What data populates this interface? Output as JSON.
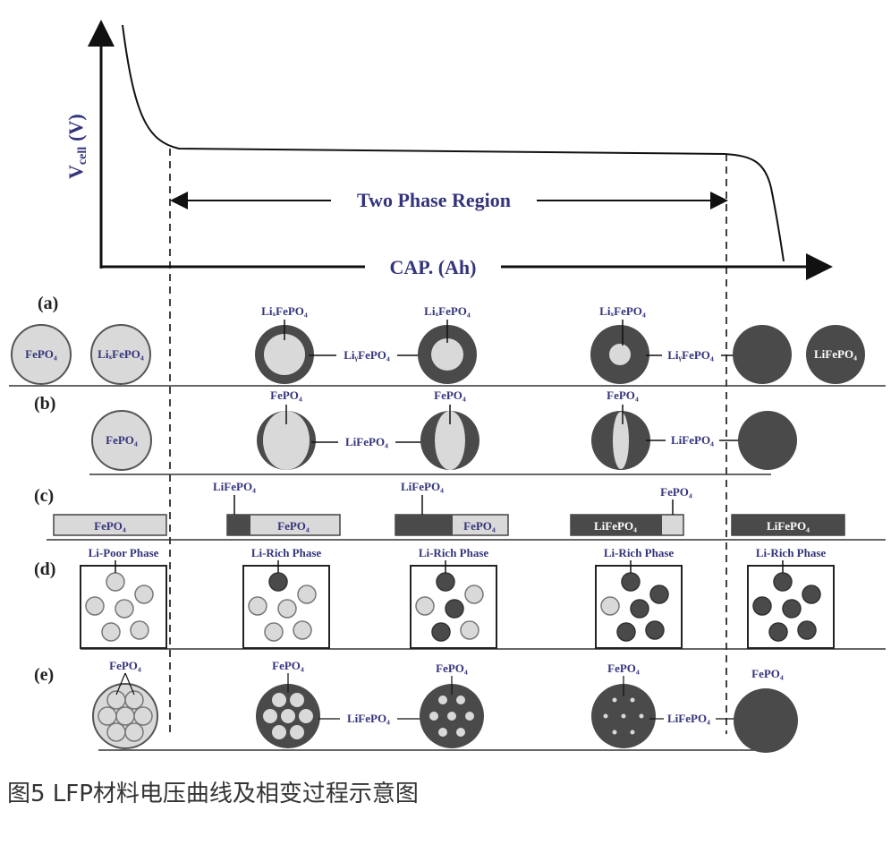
{
  "curve": {
    "y_axis_label_main": "V",
    "y_axis_label_sub": "cell",
    "y_axis_label_unit": "(V)",
    "x_axis_label": "CAP. (Ah)",
    "region_label": "Two Phase Region"
  },
  "rows": {
    "a": {
      "label": "(a)",
      "fepo4": "FePO₄",
      "lixfepo4": "LiₓFePO₄",
      "liyfepo4": "LiᵧFePO₄",
      "lifepo4": "LiFePO₄"
    },
    "b": {
      "label": "(b)",
      "fepo4": "FePO₄",
      "lifepo4": "LiFePO₄"
    },
    "c": {
      "label": "(c)",
      "fepo4": "FePO₄",
      "lifepo4": "LiFePO₄"
    },
    "d": {
      "label": "(d)",
      "li_poor": "Li-Poor Phase",
      "li_rich": "Li-Rich Phase"
    },
    "e": {
      "label": "(e)",
      "fepo4": "FePO₄",
      "lifepo4": "LiFePO₄"
    }
  },
  "colors": {
    "light_phase": "#d9d9d9",
    "dark_phase": "#4a4a4a",
    "label_text": "#34347c"
  },
  "caption": "图5  LFP材料电压曲线及相变过程示意图"
}
